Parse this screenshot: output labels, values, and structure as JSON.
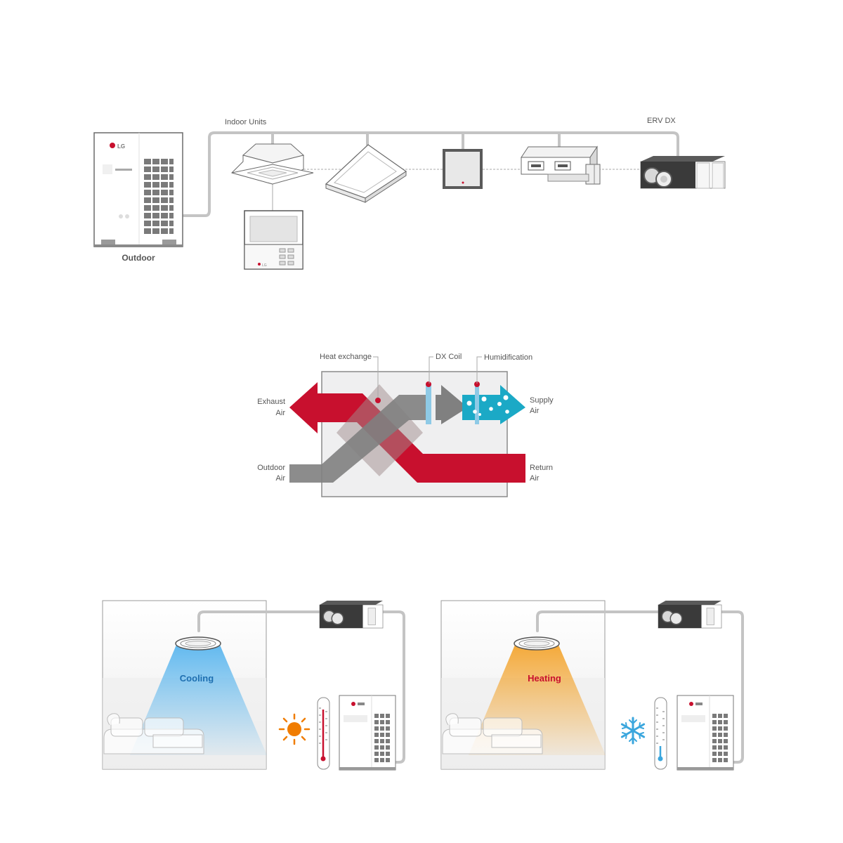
{
  "system": {
    "outdoor_label": "Outdoor",
    "indoor_units_label": "Indoor Units",
    "erv_label": "ERV DX",
    "brand_logo_text": "LG"
  },
  "erv_process": {
    "heat_exchange": "Heat exchange",
    "dx_coil": "DX Coil",
    "humidification": "Humidification",
    "exhaust_air": [
      "Exhaust",
      "Air"
    ],
    "outdoor_air": [
      "Outdoor",
      "Air"
    ],
    "supply_air": [
      "Supply",
      "Air"
    ],
    "return_air": [
      "Return",
      "Air"
    ],
    "colors": {
      "exhaust_return": "#c8102e",
      "outdoor_supply": "#808080",
      "humidified_supply": "#1ba9c6",
      "dx_coil": "#8ecae6"
    }
  },
  "scenes": {
    "cooling": {
      "label": "Cooling",
      "color": "#5bb6ee",
      "weather_icon": "sun-icon"
    },
    "heating": {
      "label": "Heating",
      "color": "#f3a530",
      "weather_icon": "snowflake-icon"
    }
  }
}
